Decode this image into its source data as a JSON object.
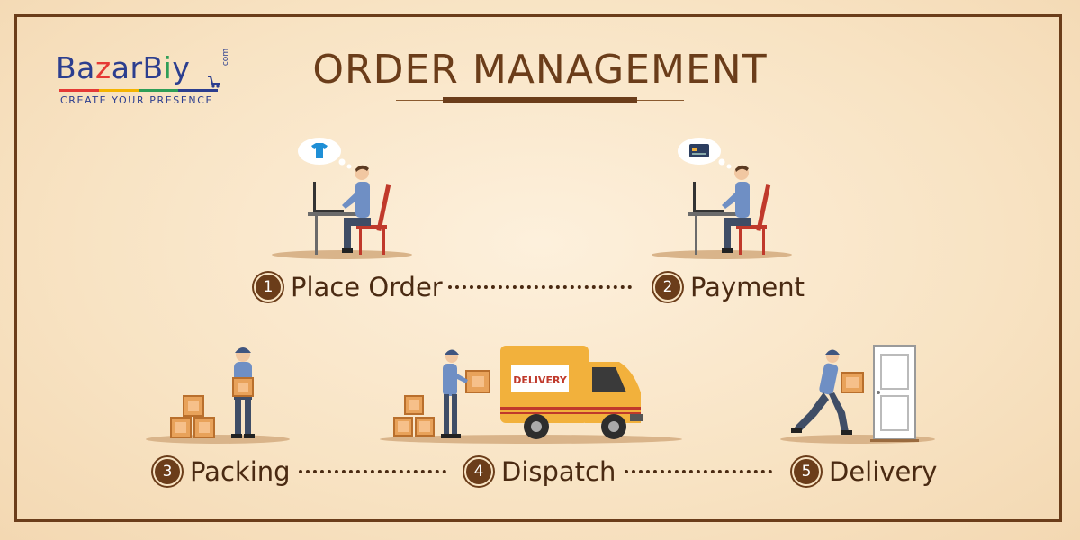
{
  "brand": {
    "letters": [
      {
        "ch": "B",
        "color": "#2c3e8f"
      },
      {
        "ch": "a",
        "color": "#2c3e8f"
      },
      {
        "ch": "z",
        "color": "#e53935"
      },
      {
        "ch": "a",
        "color": "#2c3e8f"
      },
      {
        "ch": "r",
        "color": "#2c3e8f"
      },
      {
        "ch": "B",
        "color": "#2c3e8f"
      },
      {
        "ch": "i",
        "color": "#2e9e57"
      },
      {
        "ch": "y",
        "color": "#2c3e8f"
      }
    ],
    "tld": ".com",
    "tagline": "CREATE YOUR PRESENCE"
  },
  "title": "ORDER MANAGEMENT",
  "steps": [
    {
      "number": "1",
      "label": "Place Order"
    },
    {
      "number": "2",
      "label": "Payment"
    },
    {
      "number": "3",
      "label": "Packing"
    },
    {
      "number": "4",
      "label": "Dispatch"
    },
    {
      "number": "5",
      "label": "Delivery"
    }
  ],
  "van_sign": "DELIVERY",
  "colors": {
    "accent": "#6b3d1a",
    "background": "#f8e4c4",
    "box": "#e8a25a",
    "van": "#f2b13c",
    "shirt": "#6f8fc4"
  }
}
